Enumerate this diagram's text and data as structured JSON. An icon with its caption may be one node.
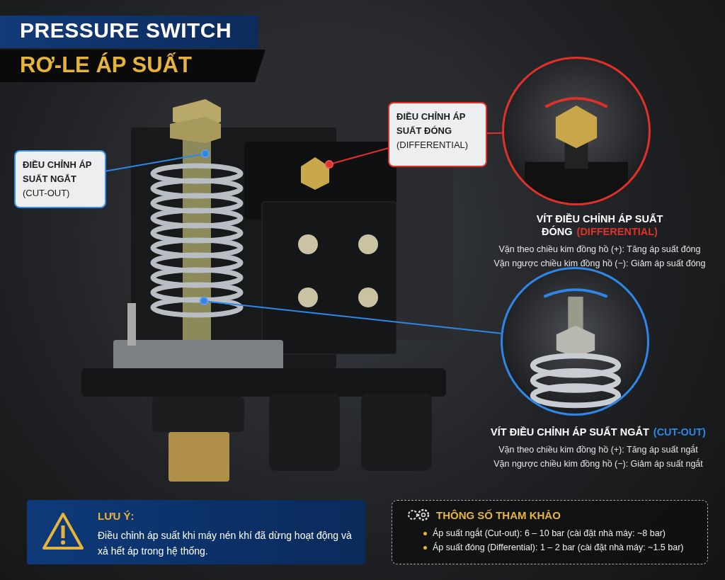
{
  "diagram": {
    "title": "PRESSURE SWITCH",
    "nodes": [
      {
        "text": [
          "ĐIỀU CHỈNH ÁP SUẤT NGẮT",
          "(CUT-OUT)"
        ]
      },
      {
        "text": [],
        "shape": "circle"
      },
      {
        "text": [
          "ĐIỀU CHỈNH ÁP SUẤT ĐÓNG",
          "(DIFFERENTIAL)"
        ]
      },
      {
        "text": [],
        "shape": "circle"
      },
      {
        "text": [],
        "shape": "picture",
        "beside": [
          "VÍT ĐIỀU CHỈNH ÁP SUẤT ĐÓNG",
          "(DIFFERENTIAL)",
          "Vặn theo chiều kim đồng hồ (+): Tăng áp suất đóng",
          "Vặn ngược chiều kim đồng hồ (−): Giảm áp suất đóng"
        ]
      },
      {
        "text": [],
        "shape": "circle"
      },
      {
        "text": [],
        "shape": "picture",
        "beside": [
          "VÍT ĐIỀU CHỈNH ÁP SUẤT NGẮT",
          "(CUT-OUT)",
          "Vặn theo chiều kim đồng hồ (+): Tăng áp suất ngắt",
          "Vặn ngược chiều kim đồng hồ (−): Giảm áp suất ngắt"
        ]
      },
      {
        "text": [
          "LƯU Ý:",
          "Điều chỉnh áp suất khi máy nén khí đã dừng hoạt động và xả hết áp trong hệ thống."
        ]
      },
      {
        "text": [
          "THÔNG SỐ THAM KHẢO",
          "Áp suất ngắt (Cut-out): 6 – 10 bar (cài đặt nhà máy: ~8 bar)",
          "Áp suất đóng (Differential): 1 – 2 bar (cài đặt nhà máy: ~1.5 bar)"
        ]
      }
    ],
    "edges": [
      {
        "from": 0,
        "to": 1,
        "arrow": "none"
      },
      {
        "from": 2,
        "to": 3,
        "arrow": "none",
        "color": "#e0302a"
      },
      {
        "from": 2,
        "to": 4,
        "arrow": "none",
        "color": "#e0302a"
      },
      {
        "from": 5,
        "to": 6,
        "arrow": "none"
      }
    ],
    "labels": [
      "RƠ-LE ÁP SUẤT"
    ]
  }
}
